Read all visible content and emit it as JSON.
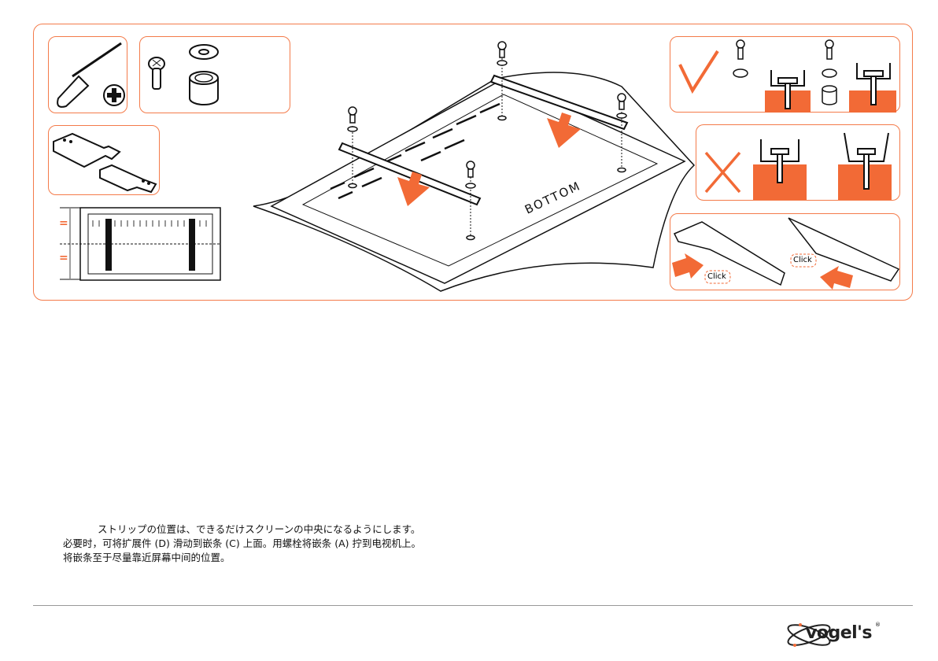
{
  "illustration": {
    "tv_label": "BOTTOM",
    "click_label_left": "Click",
    "click_label_right": "Click",
    "equal_mark_top": "=",
    "equal_mark_bottom": "=",
    "accent_color": "#f26a36"
  },
  "instructions": {
    "japanese": "ストリップの位置は、できるだけスクリーンの中央になるようにします。",
    "chinese_line1": "必要时，可将扩展件 (D) 滑动到嵌条 (C) 上面。用螺栓将嵌条 (A) 拧到电视机上。",
    "chinese_line2": "将嵌条至于尽量靠近屏幕中间的位置。"
  },
  "footer": {
    "logo_text": "vogel's",
    "logo_registered": "®"
  }
}
